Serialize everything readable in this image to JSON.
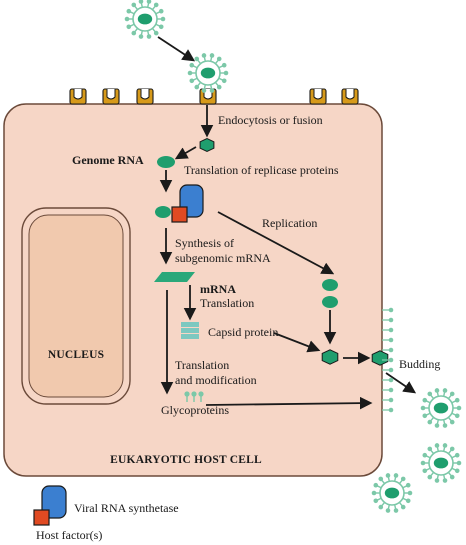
{
  "labels": {
    "endocytosis": "Endocytosis or fusion",
    "genome_rna": "Genome RNA",
    "translation_replicase": "Translation of replicase proteins",
    "replication": "Replication",
    "synthesis_line1": "Synthesis of",
    "synthesis_line2": "subgenomic mRNA",
    "mrna": "mRNA",
    "translation": "Translation",
    "capsid_protein": "Capsid protein",
    "nucleus": "NUCLEUS",
    "translation_mod_line1": "Translation",
    "translation_mod_line2": "and modification",
    "glycoproteins": "Glycoproteins",
    "budding": "Budding",
    "host_cell": "EUKARYOTIC HOST CELL"
  },
  "legend": {
    "viral_rna_synthetase": "Viral RNA synthetase",
    "host_factors": "Host factor(s)"
  },
  "colors": {
    "cell_fill": "#f6d6c6",
    "cell_stroke": "#6b4a3a",
    "nucleus_fill": "#f1c9ae",
    "virus_core": "#1f9e6e",
    "virus_ring": "#7cc8a8",
    "synthetase": "#3b7fd0",
    "host_factor": "#e04a22",
    "receptor": "#d79a1a"
  }
}
